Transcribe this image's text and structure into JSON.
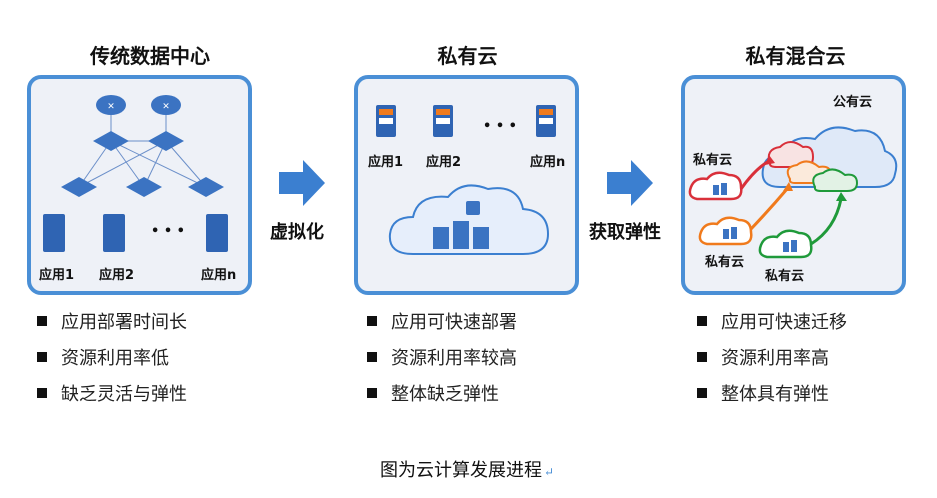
{
  "colors": {
    "frame": "#4a8fd6",
    "arrow": "#3b7fd0",
    "cloud_stroke": "#3b7fd0",
    "red": "#d9303a",
    "orange": "#f07a1c",
    "green": "#1f9a3a"
  },
  "panels": [
    {
      "title": "传统数据中心",
      "apps": [
        "应用1",
        "应用2",
        "应用n"
      ],
      "ellipsis": "• • •",
      "bullets": [
        "应用部署时间长",
        "资源利用率低",
        "缺乏灵活与弹性"
      ]
    },
    {
      "title": "私有云",
      "apps": [
        "应用1",
        "应用2",
        "应用n"
      ],
      "ellipsis": "• • •",
      "bullets": [
        "应用可快速部署",
        "资源利用率较高",
        "整体缺乏弹性"
      ]
    },
    {
      "title": "私有混合云",
      "public_cloud": "公有云",
      "private_clouds": [
        "私有云",
        "私有云",
        "私有云"
      ],
      "bullets": [
        "应用可快速迁移",
        "资源利用率高",
        "整体具有弹性"
      ]
    }
  ],
  "arrows": [
    "虚拟化",
    "获取弹性"
  ],
  "caption": "图为云计算发展进程",
  "caption_mark": "↵"
}
